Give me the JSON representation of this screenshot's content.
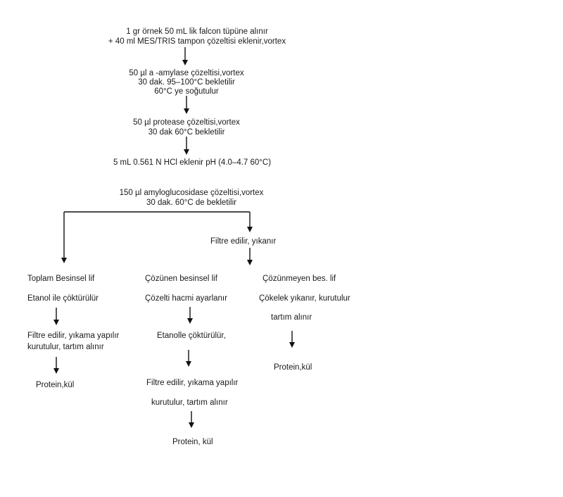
{
  "flowchart": {
    "steps": {
      "step1": [
        "1 gr örnek 50 mL lik falcon tüpüne alınır",
        "+ 40 ml MES/TRIS tampon çözeltisi eklenir,vortex"
      ],
      "step2": [
        "50 µl a -amylase çözeltisi,vortex",
        "30 dak.  95–100°C bekletilir",
        "60°C ye soğutulur"
      ],
      "step3": [
        "50 µl protease çözeltisi,vortex",
        "30 dak  60°C bekletilir"
      ],
      "step4": [
        "5 mL 0.561 N HCl eklenir  pH (4.0–4.7  60°C)"
      ],
      "step5": [
        "150 µl amyloglucosidase çözeltisi,vortex",
        "30 dak.  60°C de bekletilir"
      ],
      "filter": "Filtre edilir, yıkanır"
    },
    "branches": {
      "total": {
        "title": "Toplam Besinsel lif",
        "step1": "Etanol ile çöktürülür",
        "step2": [
          "Filtre edilir, yıkama yapılır",
          "kurutulur, tartım alınır"
        ],
        "result": "Protein,kül"
      },
      "soluble": {
        "title": "Çözünen besinsel lif",
        "step1": "Çözelti hacmi ayarlanır",
        "step2": "Etanolle çöktürülür,",
        "step3": "Filtre edilir, yıkama yapılır",
        "step4": "kurutulur, tartım alınır",
        "result": "Protein, kül"
      },
      "insoluble": {
        "title": "Çözünmeyen bes. lif",
        "step1": "Çökelek yıkanır, kurutulur",
        "step2": "tartım alınır",
        "result": "Protein,kül"
      }
    }
  }
}
